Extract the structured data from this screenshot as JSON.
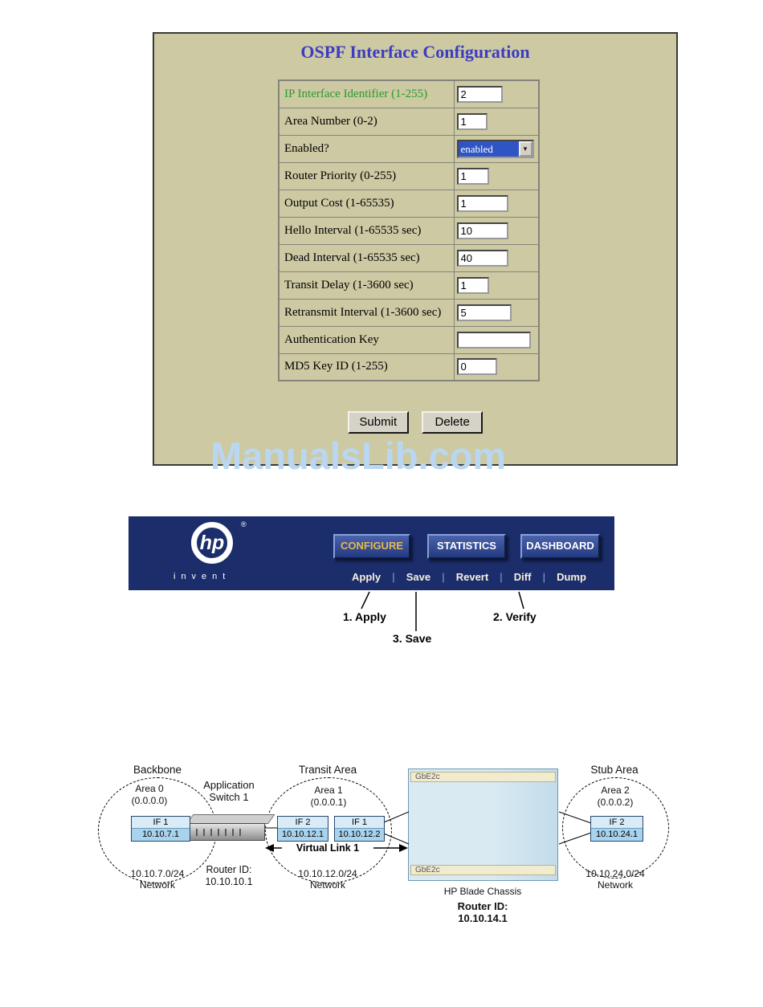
{
  "form": {
    "title": "OSPF Interface Configuration",
    "rows": [
      {
        "label": "IP Interface Identifier  (1-255)",
        "value": "2"
      },
      {
        "label": "Area Number  (0-2)",
        "value": "1"
      },
      {
        "label": "Enabled?",
        "value": "enabled"
      },
      {
        "label": "Router Priority (0-255)",
        "value": "1"
      },
      {
        "label": "Output Cost (1-65535)",
        "value": "1"
      },
      {
        "label": "Hello Interval (1-65535 sec)",
        "value": "10"
      },
      {
        "label": "Dead Interval (1-65535 sec)",
        "value": "40"
      },
      {
        "label": "Transit Delay (1-3600 sec)",
        "value": "1"
      },
      {
        "label": "Retransmit Interval (1-3600 sec)",
        "value": "5"
      },
      {
        "label": "Authentication Key",
        "value": ""
      },
      {
        "label": "MD5 Key ID (1-255)",
        "value": "0"
      }
    ],
    "submit_label": "Submit",
    "delete_label": "Delete",
    "dropdown_arrow": "▼"
  },
  "watermark": "ManualsLib.com",
  "toolbar": {
    "logo_text": "hp",
    "logo_reg": "®",
    "logo_sub": "invent",
    "tabs": [
      {
        "label": "CONFIGURE"
      },
      {
        "label": "STATISTICS"
      },
      {
        "label": "DASHBOARD"
      }
    ],
    "menu": [
      "Apply",
      "Save",
      "Revert",
      "Diff",
      "Dump"
    ],
    "separator": "|"
  },
  "annotations": {
    "step1": "1. Apply",
    "step2": "2. Verify",
    "step3": "3. Save"
  },
  "diagram": {
    "backbone": {
      "title": "Backbone",
      "area": "Area 0",
      "area_id": "(0.0.0.0)",
      "if_label": "IF 1",
      "if_ip": "10.10.7.1",
      "network_line1": "10.10.7.0/24",
      "network_line2": "Network"
    },
    "switch": {
      "name_line1": "Application",
      "name_line2": "Switch 1",
      "router_id_label": "Router ID:",
      "router_id": "10.10.10.1"
    },
    "transit": {
      "title": "Transit Area",
      "area": "Area 1",
      "area_id": "(0.0.0.1)",
      "if2_label": "IF 2",
      "if2_ip": "10.10.12.1",
      "if1_label": "IF 1",
      "if1_ip": "10.10.12.2",
      "virtual_link": "Virtual Link 1",
      "network_line1": "10.10.12.0/24",
      "network_line2": "Network"
    },
    "chassis": {
      "top_bar": "GbE2c",
      "bottom_bar": "GbE2c",
      "name": "HP Blade Chassis",
      "router_id_label": "Router ID:",
      "router_id": "10.10.14.1"
    },
    "stub": {
      "title": "Stub Area",
      "area": "Area 2",
      "area_id": "(0.0.0.2)",
      "if_label": "IF 2",
      "if_ip": "10.10.24.1",
      "network_line1": "10.10.24.0/24",
      "network_line2": "Network"
    }
  }
}
